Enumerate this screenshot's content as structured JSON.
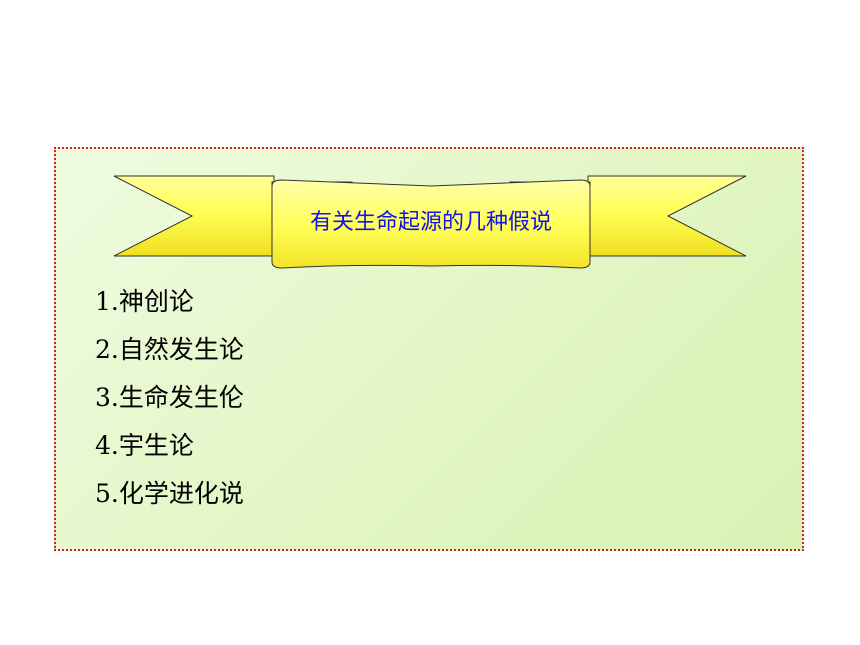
{
  "slide": {
    "title": "有关生命起源的几种假说",
    "items": [
      "1.神创论",
      "2.自然发生论",
      "3.生命发生伦",
      "4.宇生论",
      "5.化学进化说"
    ]
  },
  "colors": {
    "panel_border": "#d0202a",
    "panel_fill": "#e2f6c4",
    "banner_fill": "#ffff66",
    "title_text": "#1414e6"
  }
}
